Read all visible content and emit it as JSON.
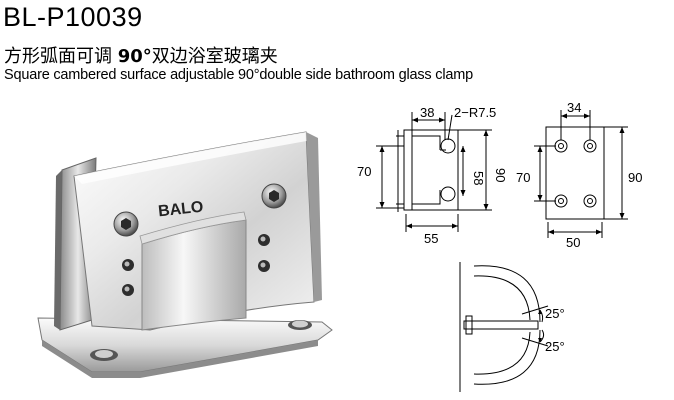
{
  "product": {
    "model": "BL-P10039",
    "title_cn_prefix": "方形弧面可调 ",
    "title_cn_angle": "90°",
    "title_cn_suffix": "双边浴室玻璃夹",
    "title_en": "Square cambered surface adjustable 90°double side bathroom glass clamp",
    "brand": "BALO"
  },
  "side_drawing": {
    "dim_top": "38",
    "radius_note": "2−R7.5",
    "dim_height_inner": "70",
    "dim_slot": "58",
    "dim_height_outer": "90",
    "dim_width": "55"
  },
  "front_drawing": {
    "dim_top": "34",
    "dim_height_inner": "70",
    "dim_height_outer": "90",
    "dim_width": "50"
  },
  "rotation_drawing": {
    "angle_top": "25°",
    "angle_bottom": "25°"
  },
  "colors": {
    "text": "#000000",
    "chrome_light": "#f4f4f4",
    "chrome_dark": "#6d6d6d",
    "line": "#000000"
  }
}
